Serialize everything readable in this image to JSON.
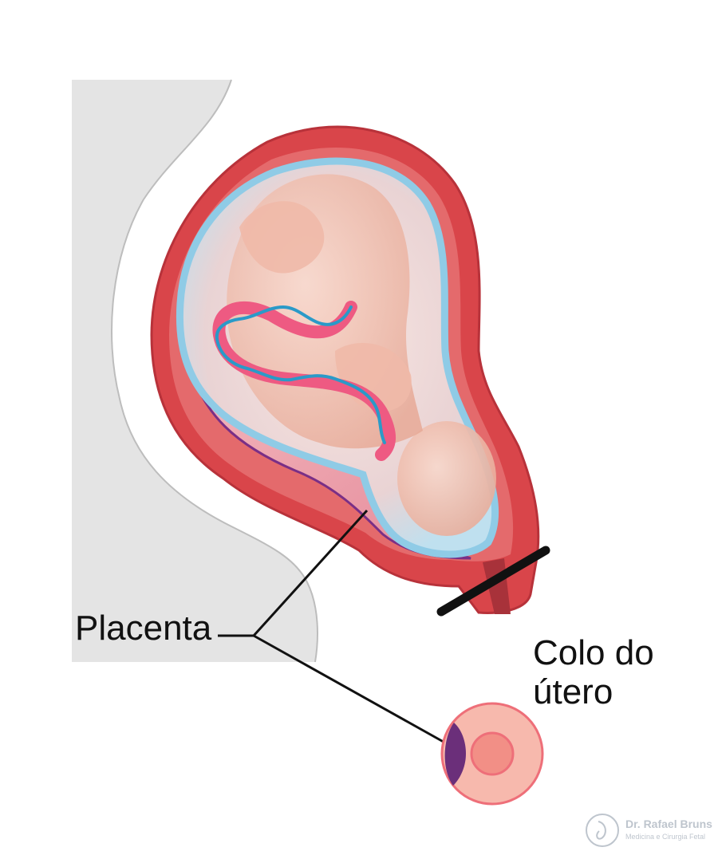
{
  "labels": {
    "placenta": "Placenta",
    "cervix_line1": "Colo do",
    "cervix_line2": "útero"
  },
  "watermark": {
    "name": "Dr. Rafael Bruns",
    "subtitle": "Medicina e Cirurgia Fetal",
    "icon": "logo-icon"
  },
  "colors": {
    "uterus_wall": "#d9454a",
    "amniotic_sac": "#a9d8ee",
    "fetus_skin": "#f0bfb0",
    "umbilical_cord": "#ee5a82",
    "cord_vessel": "#2a9ac8",
    "placenta": "#e89aa8",
    "placenta_edge": "#7a2f86",
    "body_silhouette": "#e2e2e2",
    "blocker_bar": "#111111",
    "cervix_outer": "#f7b9ad",
    "cervix_inner": "#f28f86"
  },
  "icons": [
    "logo-icon"
  ]
}
